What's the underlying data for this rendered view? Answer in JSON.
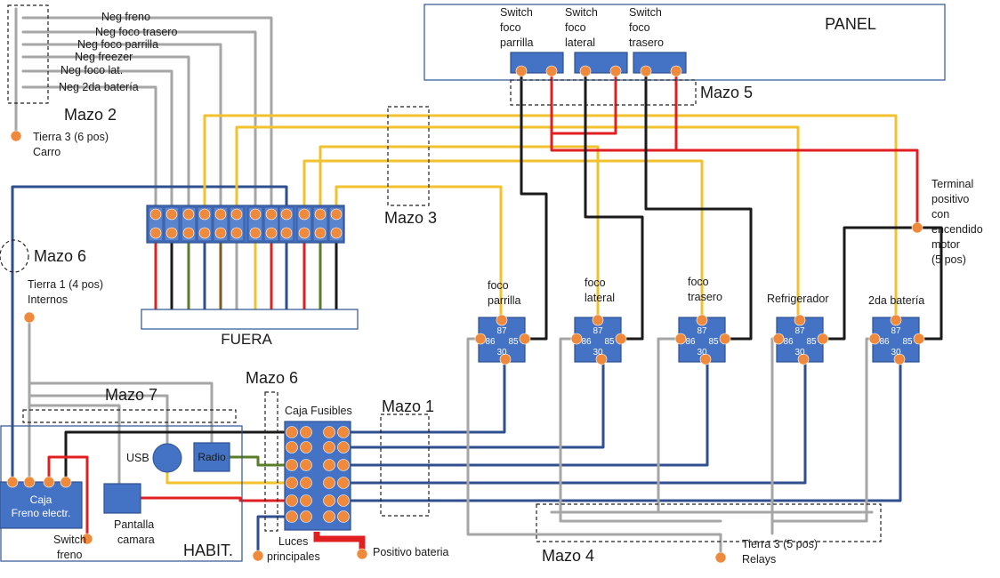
{
  "colors": {
    "black": "#1a1a1a",
    "red": "#e02020",
    "yellow": "#f2c12e",
    "gray": "#a6a6a6",
    "blue": "#2f4f8f",
    "green": "#5a7d2a",
    "brown": "#7a5c1e",
    "connector": "#ef8a3c",
    "block": "#4472c4"
  },
  "labels": {
    "neg_freno": "Neg freno",
    "neg_foco_trasero": "Neg foco trasero",
    "neg_foco_parrilla": "Neg foco parrilla",
    "neg_freezer": "Neg freezer",
    "neg_foco_lat": "Neg foco lat.",
    "neg_2da_bateria": "Neg 2da batería",
    "mazo2": "Mazo 2",
    "tierra3_6_line1": "Tierra 3 (6 pos)",
    "tierra3_6_line2": "Carro",
    "mazo6_top": "Mazo 6",
    "tierra1_line1": "Tierra 1 (4 pos)",
    "tierra1_line2": "Internos",
    "fuera": "FUERA",
    "mazo3": "Mazo 3",
    "panel": "PANEL",
    "mazo5": "Mazo 5",
    "sw_parrilla": [
      "Switch",
      "foco",
      "parrilla"
    ],
    "sw_lateral": [
      "Switch",
      "foco",
      "lateral"
    ],
    "sw_trasero": [
      "Switch",
      "foco",
      "trasero"
    ],
    "terminal_positivo": [
      "Terminal",
      "positivo",
      "con",
      "encendido",
      "motor",
      "(5 pos)"
    ],
    "relay_parrilla": [
      "foco",
      "parrilla"
    ],
    "relay_lateral": [
      "foco",
      "lateral"
    ],
    "relay_trasero": [
      "foco",
      "trasero"
    ],
    "relay_refrigerador": [
      "Refrigerador"
    ],
    "relay_bateria": [
      "2da batería"
    ],
    "pin87": "87",
    "pin86": "86",
    "pin85": "85",
    "pin30": "30",
    "mazo7": "Mazo 7",
    "mazo6_mid": "Mazo 6",
    "caja_fusibles": "Caja Fusibles",
    "mazo1": "Mazo 1",
    "usb": "USB",
    "radio": "Radio",
    "caja_freno": [
      "Caja",
      "Freno electr."
    ],
    "pantalla": [
      "Pantalla",
      "camara"
    ],
    "switch_freno": [
      "Switch",
      "freno"
    ],
    "habit": "HABIT.",
    "luces_principales": [
      "Luces",
      "principales"
    ],
    "positivo_bateria": "Positivo bateria",
    "mazo4": "Mazo 4",
    "tierra3_5_line1": "Tierra 3 (5 pos)",
    "tierra3_5_line2": "Relays"
  }
}
